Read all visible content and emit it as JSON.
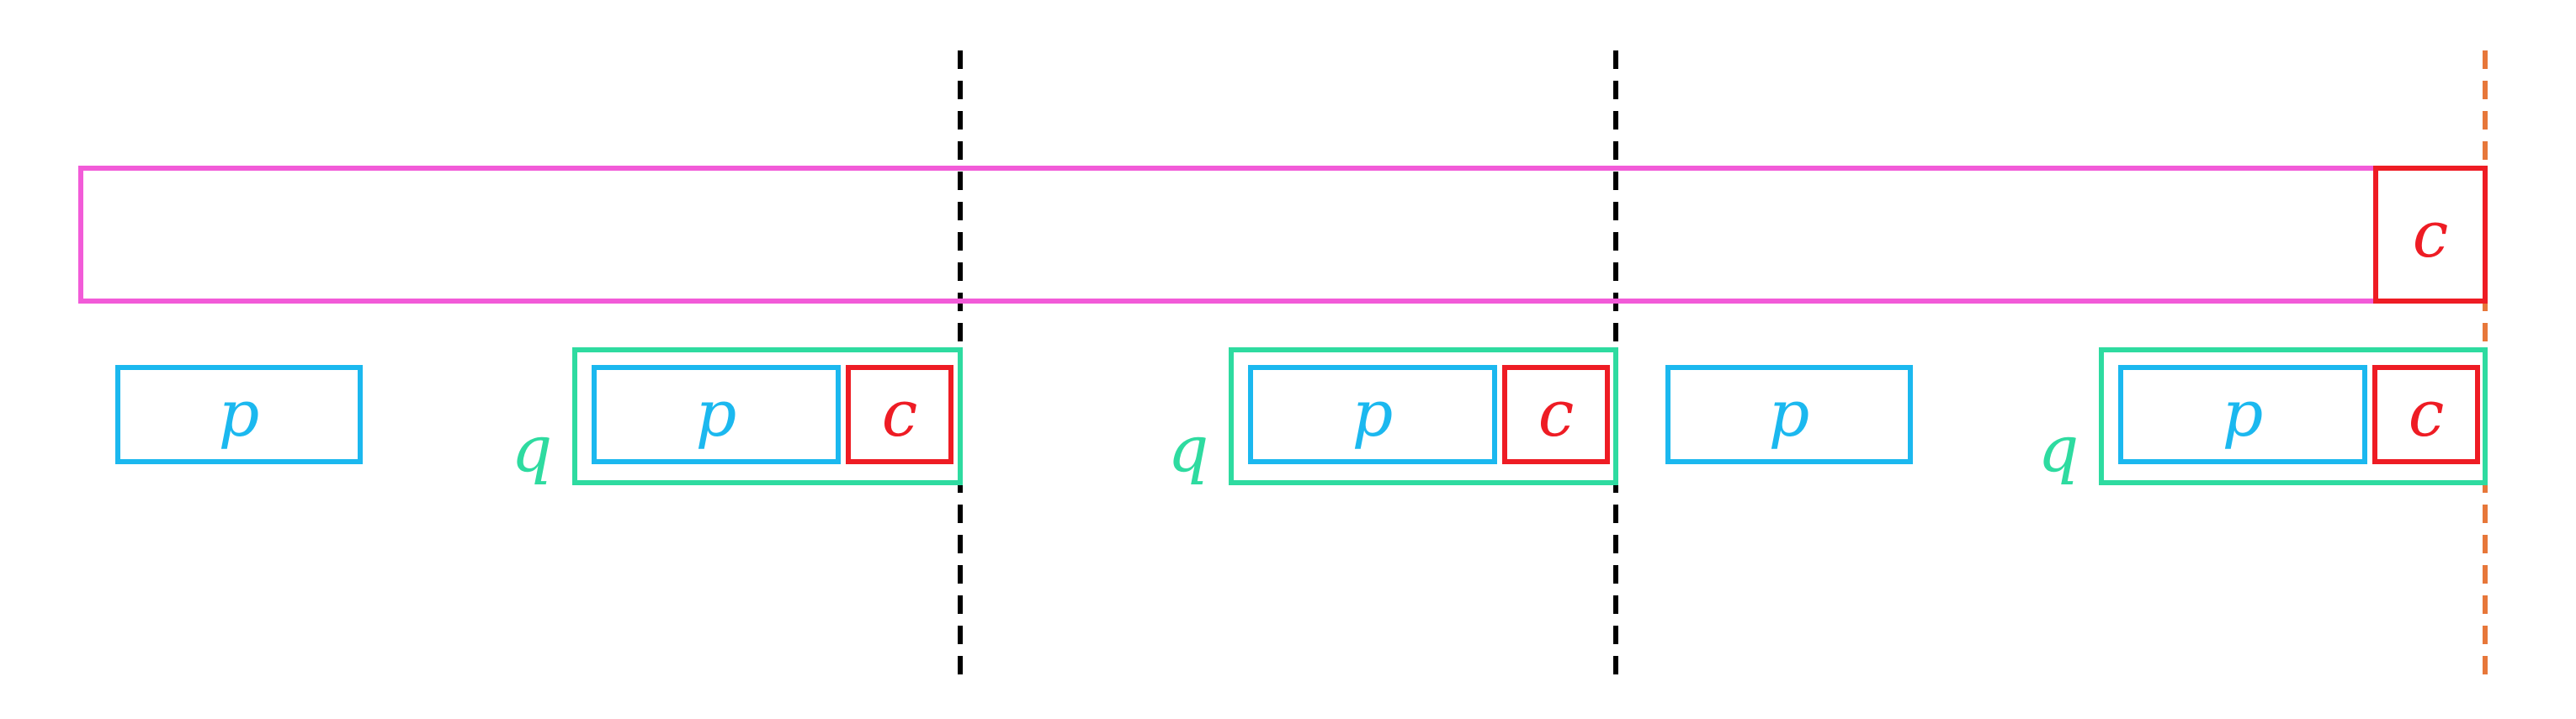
{
  "labels": {
    "p": "p",
    "c": "c",
    "q": "q"
  },
  "colors": {
    "pink_outer": "#F25BD8",
    "cyan_p": "#1BB8EF",
    "red_c": "#EE1C24",
    "green_q": "#2EDBA0",
    "black_divider": "#000000",
    "orange_divider": "#E7773A"
  },
  "icons": {
    "divider": "dashed-vertical-line"
  }
}
